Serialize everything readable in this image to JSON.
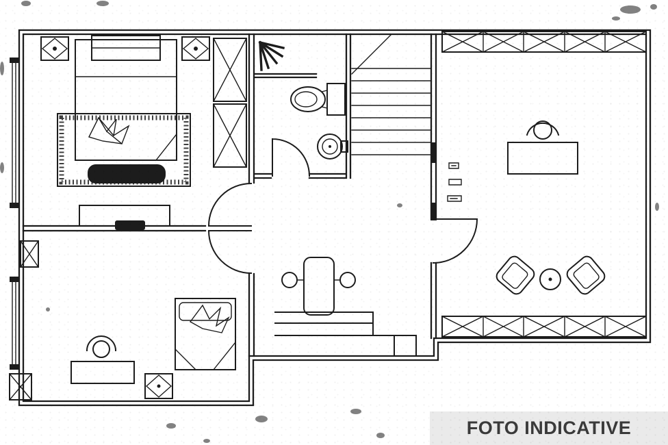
{
  "banner": {
    "label": "FOTO INDICATIVE"
  },
  "colors": {
    "ink": "#1c1c1c",
    "background": "#ffffff",
    "banner_bg": "#eaeaea",
    "banner_text": "#3a3a3a"
  },
  "plan": {
    "elements": [
      "double-bed",
      "rug",
      "bench",
      "wardrobe",
      "ceiling-light",
      "tv-console",
      "fan",
      "toilet",
      "sink",
      "bathroom-door",
      "staircase",
      "lower-steps",
      "hall-table",
      "stools",
      "desk",
      "office-chair",
      "window-strip",
      "armchair",
      "round-table",
      "crib",
      "column",
      "door-arc"
    ]
  }
}
